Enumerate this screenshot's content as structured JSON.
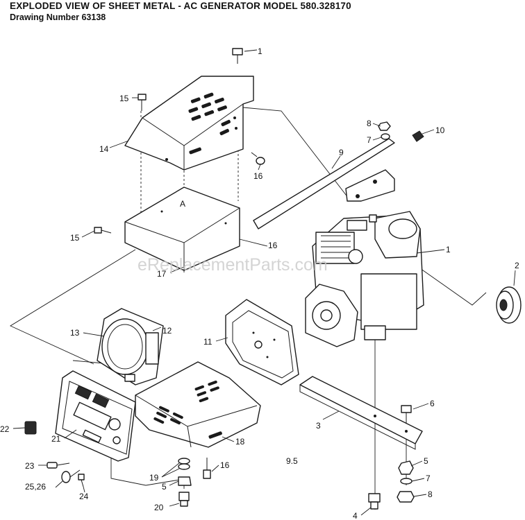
{
  "header": {
    "title": "EXPLODED VIEW OF SHEET METAL - AC GENERATOR MODEL 580.328170",
    "drawing": "Drawing Number 63138"
  },
  "watermark": "eReplacementParts.com",
  "page_code": "9.5",
  "callouts": {
    "c1_top": "1",
    "c15_top": "15",
    "c14": "14",
    "c8_top": "8",
    "c10": "10",
    "c7_top": "7",
    "c9": "9",
    "c16_a": "16",
    "c15_left": "15",
    "c16_b": "16",
    "c17": "17",
    "c1_engine": "1",
    "c2": "2",
    "c13": "13",
    "c12": "12",
    "c11": "11",
    "c6": "6",
    "c3": "3",
    "c22": "22",
    "c21": "21",
    "c18": "18",
    "c23": "23",
    "c5_bottom": "5",
    "c19": "19",
    "c16_c": "16",
    "c5_right": "5",
    "c7_bottom": "7",
    "c25_26": "25,26",
    "c24": "24",
    "c8_bottom": "8",
    "c20": "20",
    "c4": "4",
    "view_a": "A"
  }
}
